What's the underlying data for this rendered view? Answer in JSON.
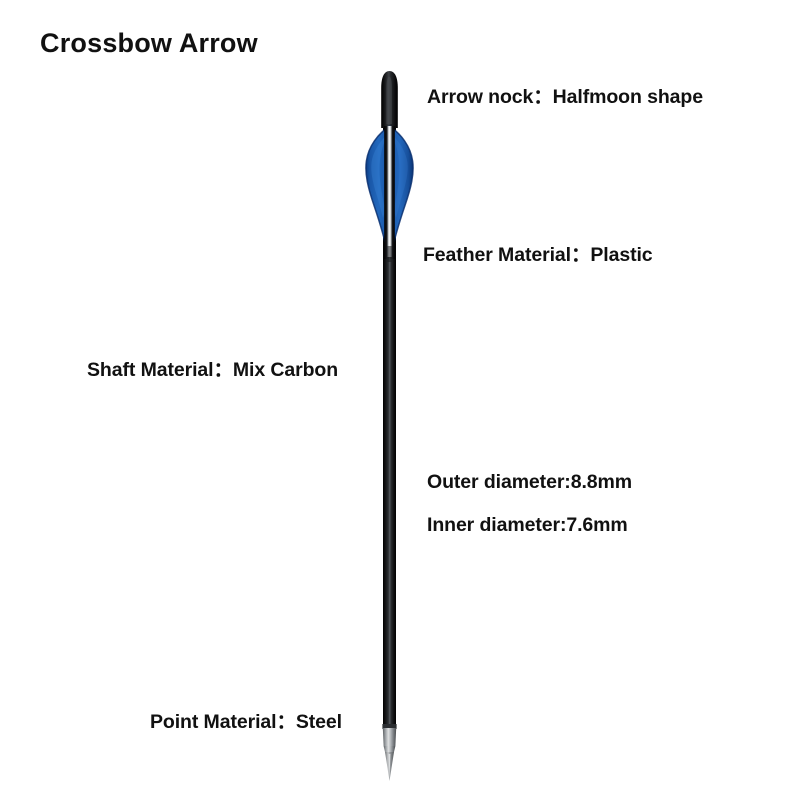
{
  "page": {
    "title": "Crossbow Arrow",
    "background_color": "#ffffff",
    "text_color": "#111111"
  },
  "product": {
    "name": "Crossbow Arrow",
    "orientation": "vertical",
    "nock_at": "top",
    "point_at": "bottom"
  },
  "callouts": {
    "nock": {
      "label": "Arrow nock：Halfmoon shape",
      "part": "arrow-nock",
      "side": "right"
    },
    "feather": {
      "label": "Feather Material：Plastic",
      "part": "fletching",
      "side": "right"
    },
    "shaft": {
      "label": "Shaft Material：Mix Carbon",
      "part": "shaft",
      "side": "left"
    },
    "outer_diameter": {
      "label": "Outer diameter:8.8mm",
      "part": "shaft",
      "side": "right"
    },
    "inner_diameter": {
      "label": "Inner diameter:7.6mm",
      "part": "shaft",
      "side": "right"
    },
    "point": {
      "label": "Point Material：Steel",
      "part": "point",
      "side": "left"
    }
  },
  "colors": {
    "fletching_blue": "#1f62b4",
    "fletching_blue_dark": "#0d3f86",
    "fletching_blue_light": "#3a82d8",
    "shaft_black": "#141414",
    "shaft_highlight": "#6f7377",
    "nock_black": "#18181a",
    "steel_silver": "#b9bcbe",
    "steel_dark": "#6a6d70"
  },
  "specs": {
    "arrow_nock": "Halfmoon shape",
    "feather_material": "Plastic",
    "shaft_material": "Mix Carbon",
    "outer_diameter": "8.8mm",
    "inner_diameter": "7.6mm",
    "point_material": "Steel"
  }
}
